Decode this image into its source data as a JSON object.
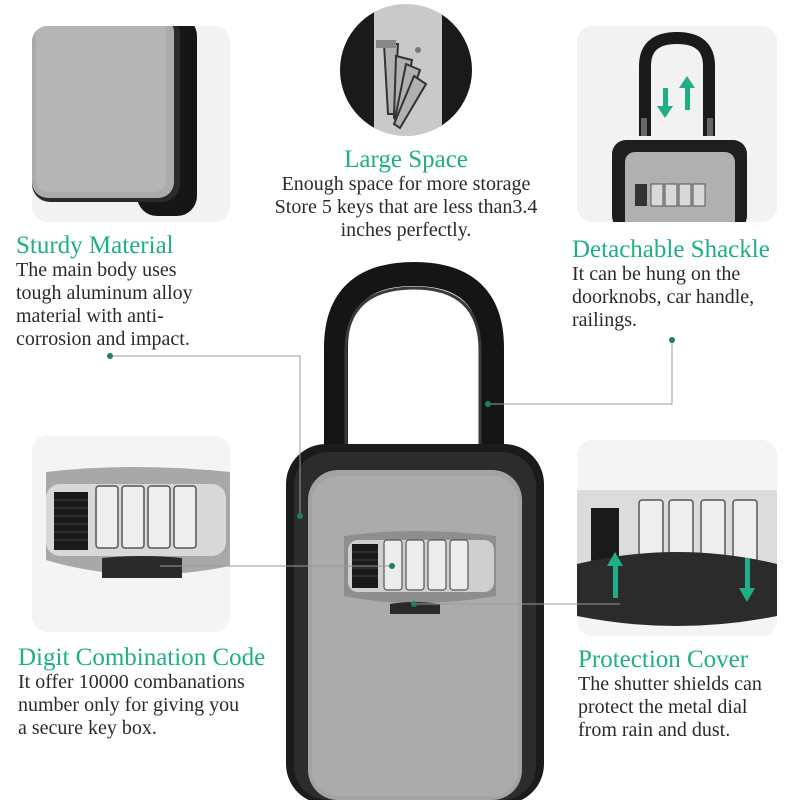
{
  "features": {
    "large_space": {
      "title": "Large Space",
      "lines": [
        "Enough space for more storage",
        "Store 5 keys that are less than3.4",
        "inches perfectly."
      ]
    },
    "sturdy_material": {
      "title": "Sturdy Material",
      "lines": [
        "The main body uses",
        "tough aluminum alloy",
        "material with anti-",
        "corrosion and impact."
      ]
    },
    "detachable_shackle": {
      "title": "Detachable Shackle",
      "lines": [
        "It can be hung on the",
        "doorknobs, car handle,",
        "railings."
      ]
    },
    "digit_combination": {
      "title": "Digit Combination Code",
      "lines": [
        "It offer 10000 combanations",
        "number only for giving you",
        "a secure key box."
      ]
    },
    "protection_cover": {
      "title": "Protection Cover",
      "lines": [
        "The shutter shields can",
        "protect the metal dial",
        "from rain and dust."
      ]
    }
  },
  "colors": {
    "accent": "#1fae86",
    "body_gray": "#a9a9a9",
    "frame_black": "#1c1c1c"
  },
  "icons": [
    "key-icon",
    "up-down-arrows-icon",
    "up-arrow-icon",
    "down-arrow-icon"
  ]
}
